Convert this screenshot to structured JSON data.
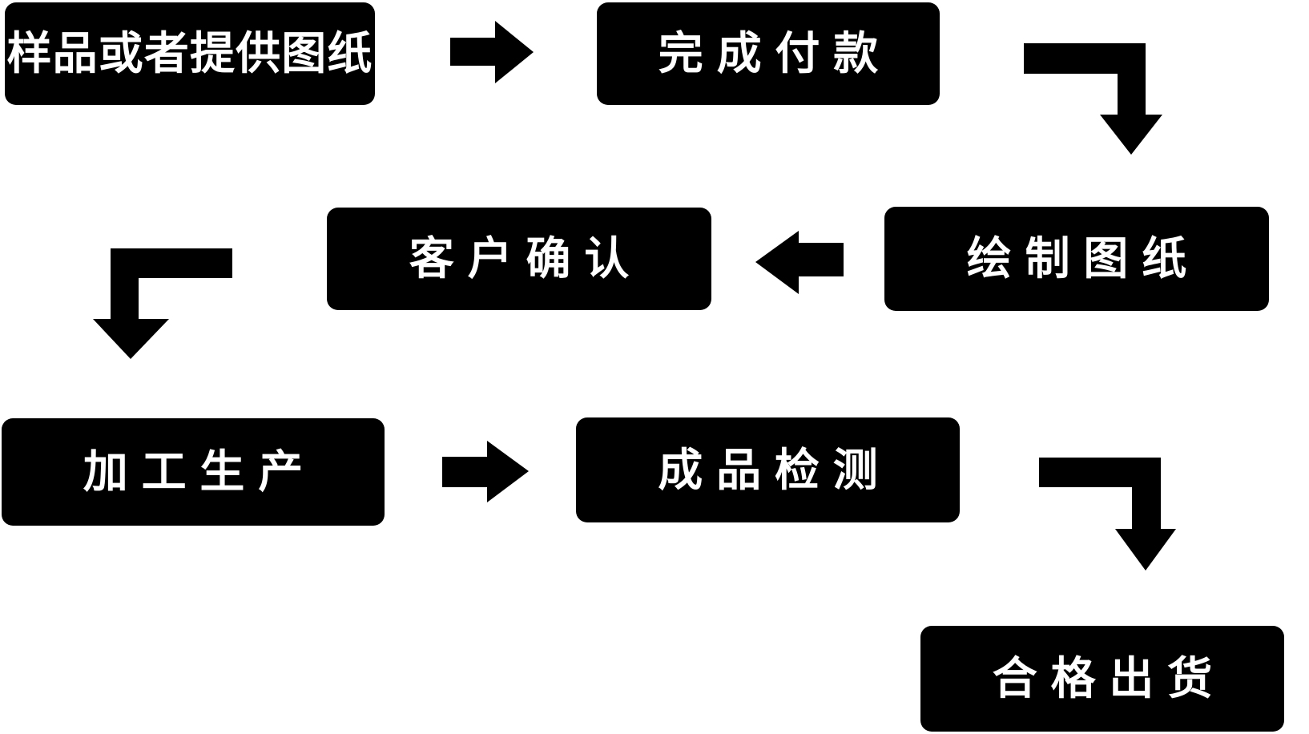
{
  "diagram": {
    "type": "flowchart",
    "colors": {
      "background": "#ffffff",
      "node_bg": "#000000",
      "node_text": "#ffffff",
      "arrow": "#000000"
    },
    "nodes": [
      {
        "id": "sample-or-drawings",
        "label": "样品或者提供图纸"
      },
      {
        "id": "complete-payment",
        "label": "完成付款"
      },
      {
        "id": "draw-drawings",
        "label": "绘制图纸"
      },
      {
        "id": "customer-confirmation",
        "label": "客户确认"
      },
      {
        "id": "processing-production",
        "label": "加工生产"
      },
      {
        "id": "product-inspection",
        "label": "成品检测"
      },
      {
        "id": "qualified-shipment",
        "label": "合格出货"
      }
    ],
    "connectors": [
      {
        "from": "样品或者提供图纸",
        "to": "完成付款",
        "direction": "right",
        "icon": "arrow-right-icon"
      },
      {
        "from": "完成付款",
        "to": "绘制图纸",
        "direction": "down",
        "icon": "arrow-turn-right-down-icon"
      },
      {
        "from": "绘制图纸",
        "to": "客户确认",
        "direction": "left",
        "icon": "arrow-left-icon"
      },
      {
        "from": "客户确认",
        "to": "加工生产",
        "direction": "down",
        "icon": "arrow-turn-left-down-icon"
      },
      {
        "from": "加工生产",
        "to": "成品检测",
        "direction": "right",
        "icon": "arrow-right-icon"
      },
      {
        "from": "成品检测",
        "to": "合格出货",
        "direction": "down",
        "icon": "arrow-turn-right-down-icon"
      }
    ]
  }
}
